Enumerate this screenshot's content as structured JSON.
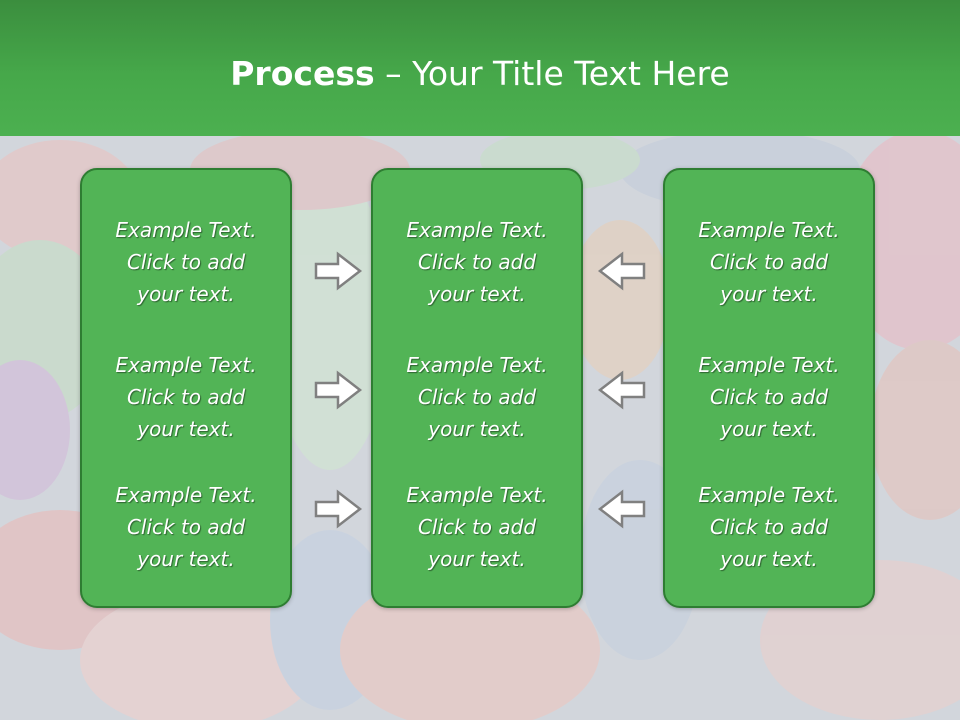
{
  "slide": {
    "title_bold": "Process",
    "title_rest": " – Your Title Text Here"
  },
  "columns": [
    {
      "items": [
        {
          "line1": "Example Text.",
          "line2": "Click  to add",
          "line3": "your text."
        },
        {
          "line1": "Example Text.",
          "line2": "Click  to add",
          "line3": "your text."
        },
        {
          "line1": "Example Text.",
          "line2": "Click  to add",
          "line3": "your text."
        }
      ]
    },
    {
      "items": [
        {
          "line1": "Example Text.",
          "line2": "Click  to add",
          "line3": "your text."
        },
        {
          "line1": "Example Text.",
          "line2": "Click  to add",
          "line3": "your text."
        },
        {
          "line1": "Example Text.",
          "line2": "Click  to add",
          "line3": "your text."
        }
      ]
    },
    {
      "items": [
        {
          "line1": "Example Text.",
          "line2": "Click  to add",
          "line3": "your text."
        },
        {
          "line1": "Example Text.",
          "line2": "Click  to add",
          "line3": "your text."
        },
        {
          "line1": "Example Text.",
          "line2": "Click  to add",
          "line3": "your text."
        }
      ]
    }
  ],
  "arrows": {
    "left_group": "right-arrow-icon",
    "right_group": "left-arrow-icon"
  },
  "colors": {
    "header_green": "#46a84a",
    "card_green": "#52b456",
    "card_border": "#2e7d32",
    "text": "#ffffff"
  }
}
